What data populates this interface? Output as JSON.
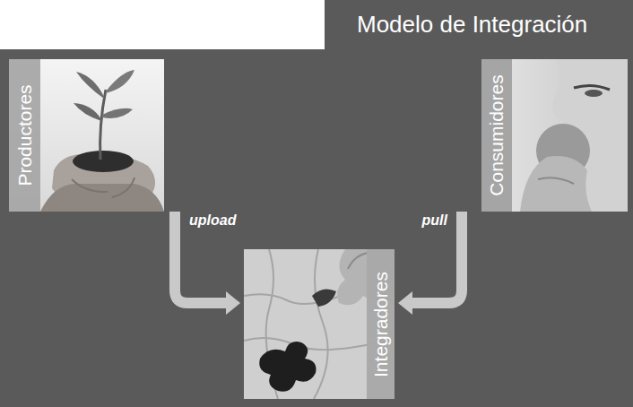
{
  "diagram": {
    "title": "Modelo de Integración",
    "nodes": [
      {
        "text": [
          "Productores"
        ]
      },
      {
        "text": [
          "Consumidores"
        ]
      },
      {
        "text": [
          "Integradores"
        ]
      }
    ],
    "edges": [
      {
        "from": 0,
        "to": 2,
        "label": "upload",
        "arrow": "to"
      },
      {
        "from": 1,
        "to": 2,
        "label": "pull",
        "arrow": "to"
      }
    ]
  }
}
